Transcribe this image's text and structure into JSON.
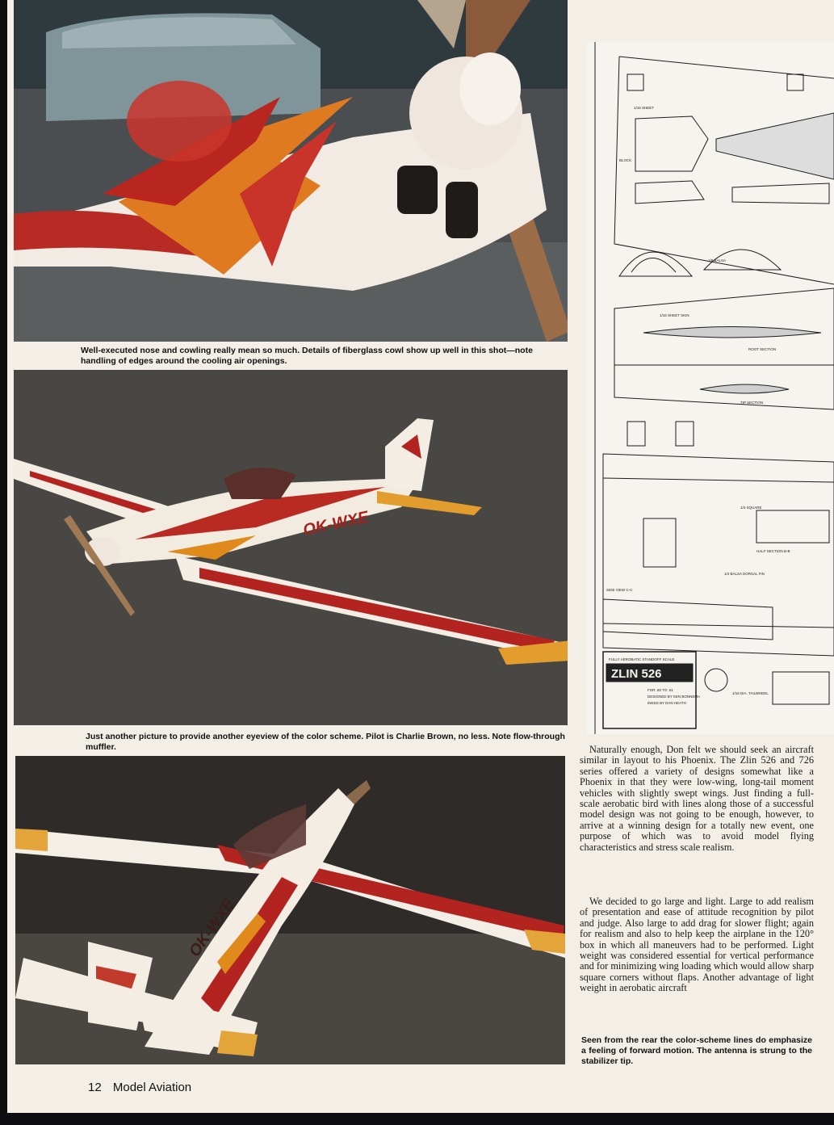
{
  "captions": {
    "nose": "Well-executed nose and cowling really mean so much. Details of fiberglass cowl show up well in this shot—note handling of edges around the cooling air openings.",
    "eyeview": "Just another picture to provide another eyeview of the color scheme. Pilot is Charlie Brown, no less. Note flow-through muffler.",
    "rear": "Seen from the rear the color-scheme lines do emphasize a feeling of forward motion. The antenna is strung to the stabilizer tip."
  },
  "aircraft_registration": "OK-WXE",
  "article": {
    "paragraph1": "Naturally enough, Don felt we should seek an aircraft similar in layout to his Phoenix. The Zlin 526 and 726 series offered a variety of designs somewhat like a Phoenix in that they were low-wing, long-tail moment vehicles with slightly swept wings. Just finding a full-scale aerobatic bird with lines along those of a successful model design was not going to be enough, however, to arrive at a winning design for a totally new event, one purpose of which was to avoid model flying characteristics and stress scale realism.",
    "paragraph2": "We decided to go large and light. Large to add realism of presentation and ease of attitude recognition by pilot and judge. Also large to add drag for slower flight; again for realism and also to help keep the airplane in the 120° box in which all maneuvers had to be performed. Light weight was considered essential for vertical performance and for minimizing wing loading which would allow sharp square corners without flaps. Another advantage of light weight in aerobatic aircraft"
  },
  "blueprint": {
    "title": "ZLIN 526",
    "header": "FULLY AEROBATIC STANDOFF SCALE",
    "labels": [
      "1/16 SHEET",
      "BLOCK",
      "1/8 BALSA",
      "1/16 SHEET SKIN",
      "ROOT SECTION",
      "TIP SECTION",
      "1/4 SQUARE",
      "HALF SECTION B-B",
      "1/4 BALSA DORSAL FIN",
      "SIDE VIEW C-C",
      "1/16 DIA. TAILWHEEL",
      "FOR .60 TO .61",
      "DESIGNED BY KEN BONNEMA",
      "INKED BY DAN HEATH"
    ]
  },
  "footer": {
    "page_number": "12",
    "magazine": "Model Aviation"
  },
  "colors": {
    "paper": "#f3efe6",
    "scheme_red": "#b31f22",
    "scheme_orange": "#e08a1c",
    "scheme_white": "#f4efe6"
  }
}
